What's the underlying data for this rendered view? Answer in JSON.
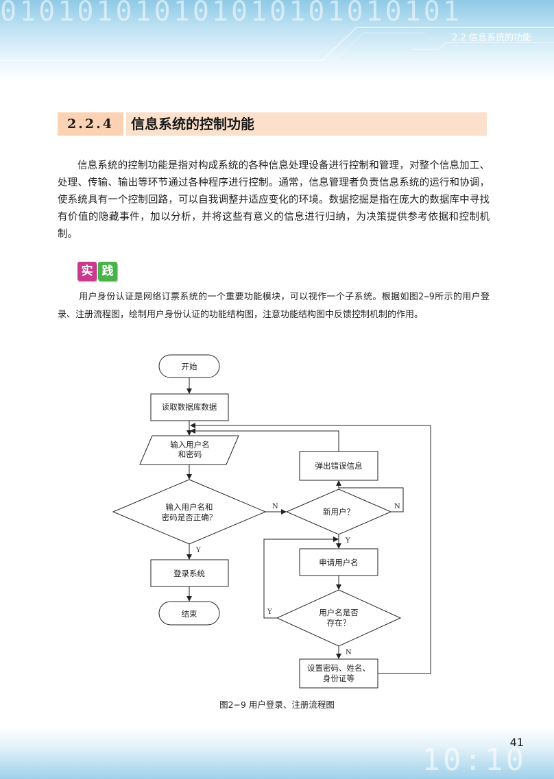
{
  "header": {
    "section_label": "2.2  信息系统的功能",
    "decorative_digits": "010101010101010101010101"
  },
  "section": {
    "number": "2.2.4",
    "title": "信息系统的控制功能"
  },
  "body_text": "信息系统的控制功能是指对构成系统的各种信息处理设备进行控制和管理，对整个信息加工、处理、传输、输出等环节通过各种程序进行控制。通常，信息管理者负责信息系统的运行和协调，使系统具有一个控制回路，可以自我调整并适应变化的环境。数据挖掘是指在庞大的数据库中寻找有价值的隐藏事件，加以分析，并将这些有意义的信息进行归纳，为决策提供参考依据和控制机制。",
  "practice": {
    "badge_chars": [
      "实",
      "践"
    ],
    "text": "用户身份认证是网络订票系统的一个重要功能模块，可以视作一个子系统。根据如图2−9所示的用户登录、注册流程图，绘制用户身份认证的功能结构图，注意功能结构图中反馈控制机制的作用。"
  },
  "flowchart": {
    "start": "开始",
    "read_db": "读取数据库数据",
    "input_line1": "输入用户名",
    "input_line2": "和密码",
    "check_line1": "输入用户名和",
    "check_line2": "密码是否正确？",
    "login": "登录系统",
    "end": "结束",
    "error_popup": "弹出错误信息",
    "new_user": "新用户？",
    "apply_name": "申请用户名",
    "exists_line1": "用户名是否",
    "exists_line2": "存在？",
    "set_line1": "设置密码、姓名、",
    "set_line2": "身份证等",
    "label_n1": "N",
    "label_n2": "N",
    "label_y1": "Y",
    "label_y2": "Y",
    "label_y3": "Y",
    "label_n3": "N"
  },
  "figure_caption": "图2−9   用户登录、注册流程图",
  "footer": {
    "page_number": "41",
    "decorative_digits": "10:10"
  },
  "colors": {
    "header_blue": "#8fc9e6",
    "section_bar": "#fbe0cb",
    "section_num_bg": "#fbd3b4",
    "badge_magenta": "#c83a8c",
    "badge_green": "#49b24a"
  }
}
